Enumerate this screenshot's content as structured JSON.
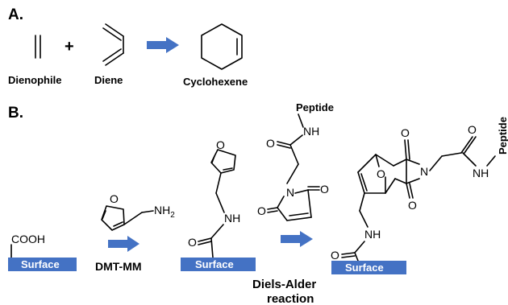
{
  "panel_a": {
    "label": "A.",
    "plus": "+",
    "dienophile": "Dienophile",
    "diene": "Diene",
    "product": "Cyclohexene"
  },
  "panel_b": {
    "label": "B.",
    "cooh": "COOH",
    "surface": "Surface",
    "nh2": "NH",
    "nh2_sub": "2",
    "reagent": "DMT-MM",
    "nh": "NH",
    "oxygen": "O",
    "nitrogen": "N",
    "peptide": "Peptide",
    "reaction_line1": "Diels-Alder",
    "reaction_line2": "reaction"
  },
  "colors": {
    "surface_fill": "#4472c4",
    "arrow": "#4472c4",
    "peptide": "#e31e24",
    "reaction_text": "#1aa34a",
    "text": "#000000"
  }
}
